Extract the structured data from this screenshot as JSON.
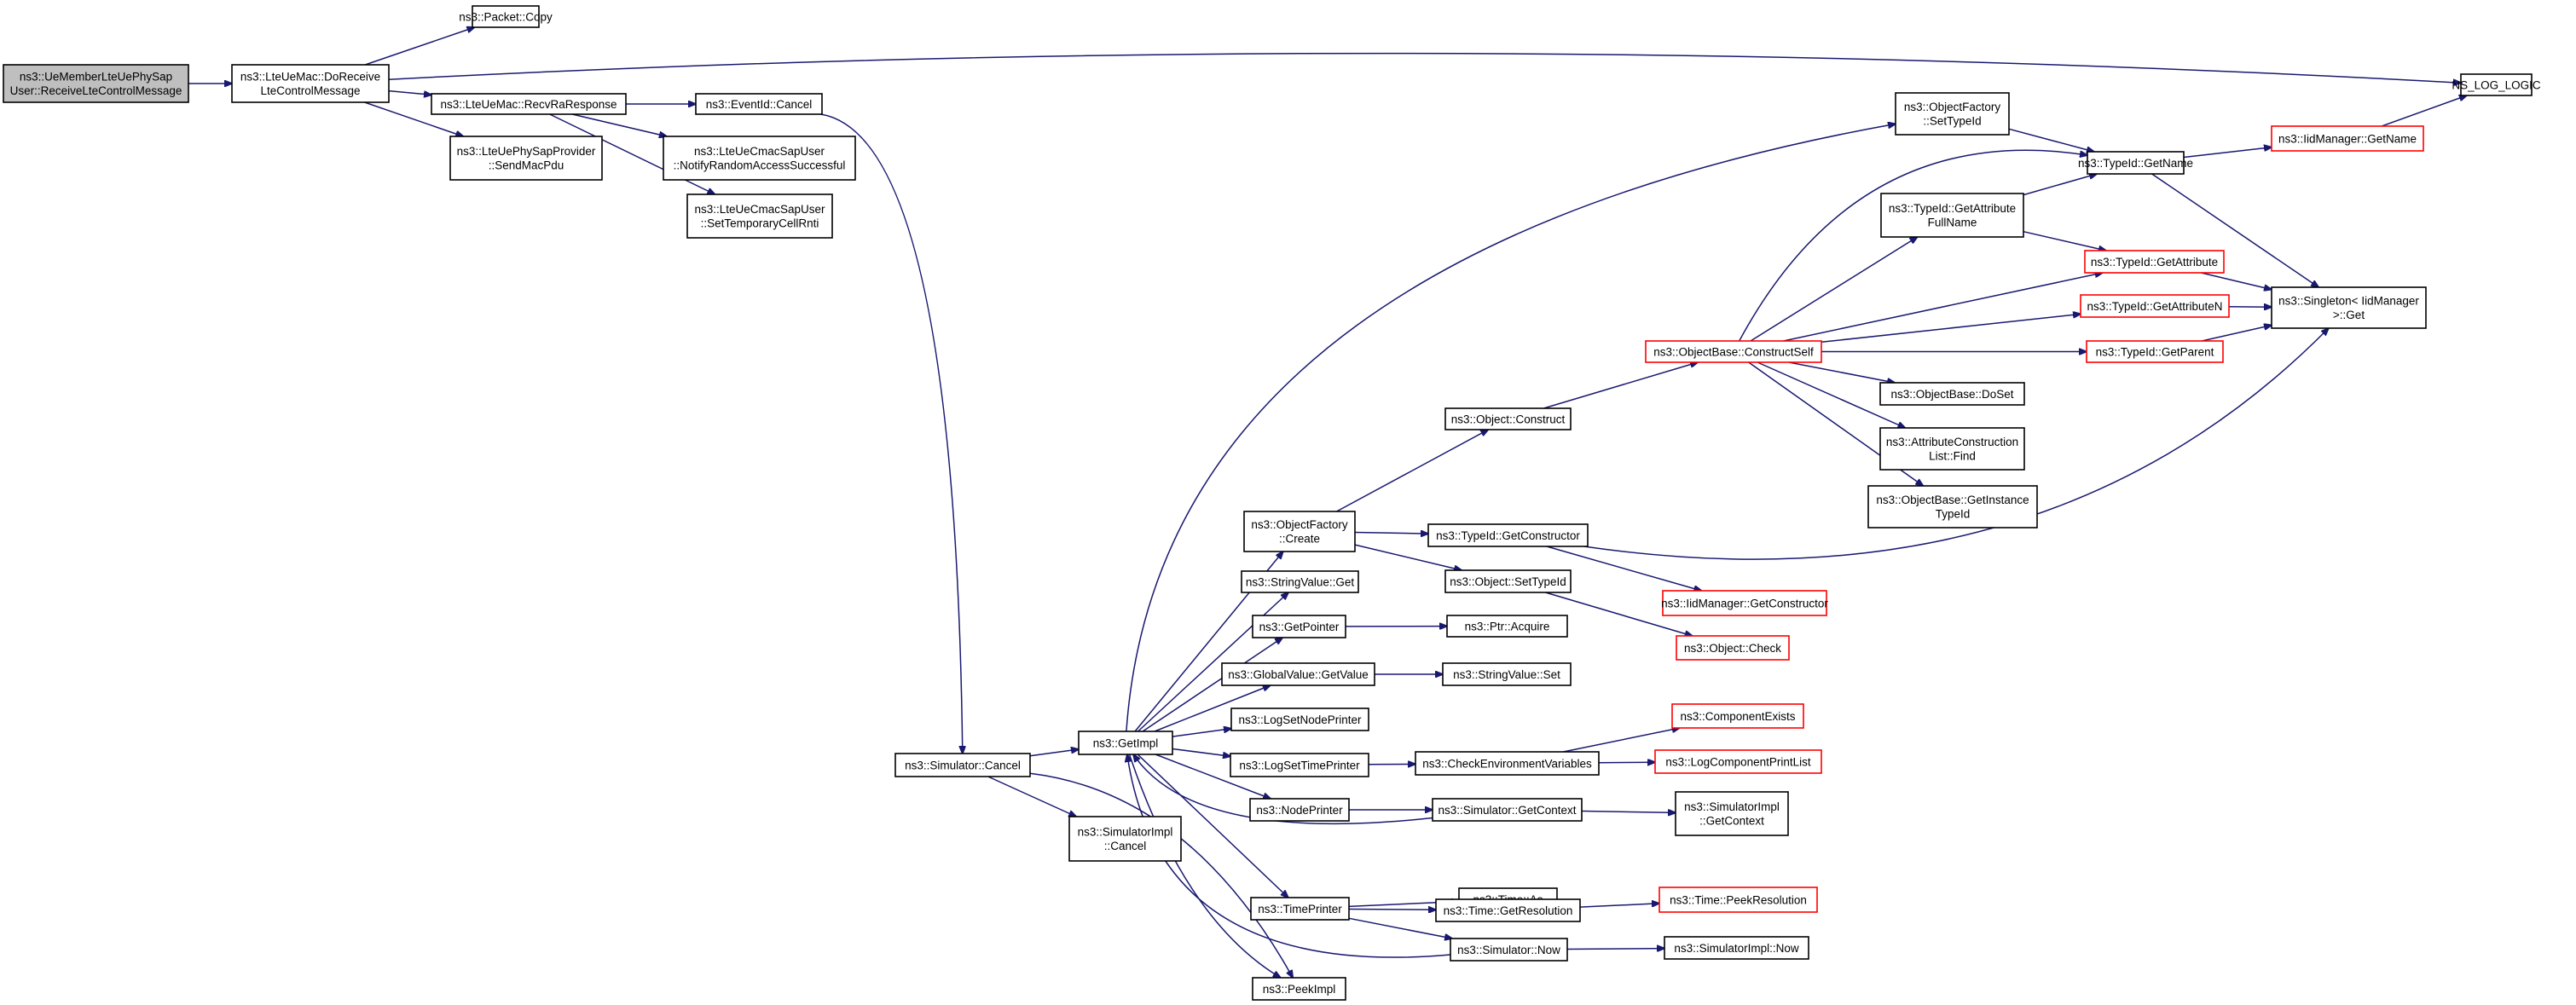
{
  "nodes": [
    {
      "id": "root",
      "lines": [
        "ns3::UeMemberLteUePhySap",
        "User::ReceiveLteControlMessage"
      ],
      "style": "root"
    },
    {
      "id": "doReceive",
      "lines": [
        "ns3::LteUeMac::DoReceive",
        "LteControlMessage"
      ]
    },
    {
      "id": "packetCopy",
      "lines": [
        "ns3::Packet::Copy"
      ]
    },
    {
      "id": "nsLogLogic",
      "lines": [
        "NS_LOG_LOGIC"
      ]
    },
    {
      "id": "recvRa",
      "lines": [
        "ns3::LteUeMac::RecvRaResponse"
      ]
    },
    {
      "id": "sendMacPdu",
      "lines": [
        "ns3::LteUePhySapProvider",
        "::SendMacPdu"
      ]
    },
    {
      "id": "eventCancel",
      "lines": [
        "ns3::EventId::Cancel"
      ]
    },
    {
      "id": "notifyRa",
      "lines": [
        "ns3::LteUeCmacSapUser",
        "::NotifyRandomAccessSuccessful"
      ]
    },
    {
      "id": "setTempRnti",
      "lines": [
        "ns3::LteUeCmacSapUser",
        "::SetTemporaryCellRnti"
      ]
    },
    {
      "id": "ofSetTypeId",
      "lines": [
        "ns3::ObjectFactory",
        "::SetTypeId"
      ]
    },
    {
      "id": "typeIdGetName",
      "lines": [
        "ns3::TypeId::GetName"
      ]
    },
    {
      "id": "iidGetName",
      "lines": [
        "ns3::IidManager::GetName"
      ],
      "style": "red"
    },
    {
      "id": "getAttrFullName",
      "lines": [
        "ns3::TypeId::GetAttribute",
        "FullName"
      ]
    },
    {
      "id": "getAttribute",
      "lines": [
        "ns3::TypeId::GetAttribute"
      ],
      "style": "red"
    },
    {
      "id": "singletonGet",
      "lines": [
        "ns3::Singleton< IidManager",
        ">::Get"
      ]
    },
    {
      "id": "getAttributeN",
      "lines": [
        "ns3::TypeId::GetAttributeN"
      ],
      "style": "red"
    },
    {
      "id": "constructSelf",
      "lines": [
        "ns3::ObjectBase::ConstructSelf"
      ],
      "style": "red"
    },
    {
      "id": "getParent",
      "lines": [
        "ns3::TypeId::GetParent"
      ],
      "style": "red"
    },
    {
      "id": "doSet",
      "lines": [
        "ns3::ObjectBase::DoSet"
      ]
    },
    {
      "id": "attrConstFind",
      "lines": [
        "ns3::AttributeConstruction",
        "List::Find"
      ]
    },
    {
      "id": "objectConstruct",
      "lines": [
        "ns3::Object::Construct"
      ]
    },
    {
      "id": "getInstanceTypeId",
      "lines": [
        "ns3::ObjectBase::GetInstance",
        "TypeId"
      ]
    },
    {
      "id": "ofCreate",
      "lines": [
        "ns3::ObjectFactory",
        "::Create"
      ]
    },
    {
      "id": "getConstructor",
      "lines": [
        "ns3::TypeId::GetConstructor"
      ]
    },
    {
      "id": "stringValueGet",
      "lines": [
        "ns3::StringValue::Get"
      ]
    },
    {
      "id": "objSetTypeId",
      "lines": [
        "ns3::Object::SetTypeId"
      ]
    },
    {
      "id": "iidGetConstructor",
      "lines": [
        "ns3::IidManager::GetConstructor"
      ],
      "style": "red"
    },
    {
      "id": "getPointer",
      "lines": [
        "ns3::GetPointer"
      ]
    },
    {
      "id": "ptrAcquire",
      "lines": [
        "ns3::Ptr::Acquire"
      ]
    },
    {
      "id": "objectCheck",
      "lines": [
        "ns3::Object::Check"
      ],
      "style": "red"
    },
    {
      "id": "gvGetValue",
      "lines": [
        "ns3::GlobalValue::GetValue"
      ]
    },
    {
      "id": "stringValueSet",
      "lines": [
        "ns3::StringValue::Set"
      ]
    },
    {
      "id": "componentExists",
      "lines": [
        "ns3::ComponentExists"
      ],
      "style": "red"
    },
    {
      "id": "logSetNodePrinter",
      "lines": [
        "ns3::LogSetNodePrinter"
      ]
    },
    {
      "id": "getImpl",
      "lines": [
        "ns3::GetImpl"
      ]
    },
    {
      "id": "simCancel",
      "lines": [
        "ns3::Simulator::Cancel"
      ]
    },
    {
      "id": "logSetTimePrinter",
      "lines": [
        "ns3::LogSetTimePrinter"
      ]
    },
    {
      "id": "checkEnvVars",
      "lines": [
        "ns3::CheckEnvironmentVariables"
      ]
    },
    {
      "id": "logCompPrintList",
      "lines": [
        "ns3::LogComponentPrintList"
      ],
      "style": "red"
    },
    {
      "id": "nodePrinter",
      "lines": [
        "ns3::NodePrinter"
      ]
    },
    {
      "id": "simGetContext",
      "lines": [
        "ns3::Simulator::GetContext"
      ]
    },
    {
      "id": "simImplGetContext",
      "lines": [
        "ns3::SimulatorImpl",
        "::GetContext"
      ]
    },
    {
      "id": "simImplCancel",
      "lines": [
        "ns3::SimulatorImpl",
        "::Cancel"
      ]
    },
    {
      "id": "timeAs",
      "lines": [
        "ns3::Time::As"
      ]
    },
    {
      "id": "timePrinter",
      "lines": [
        "ns3::TimePrinter"
      ]
    },
    {
      "id": "timeGetRes",
      "lines": [
        "ns3::Time::GetResolution"
      ]
    },
    {
      "id": "timePeekRes",
      "lines": [
        "ns3::Time::PeekResolution"
      ],
      "style": "red"
    },
    {
      "id": "simNow",
      "lines": [
        "ns3::Simulator::Now"
      ]
    },
    {
      "id": "simImplNow",
      "lines": [
        "ns3::SimulatorImpl::Now"
      ]
    },
    {
      "id": "peekImpl",
      "lines": [
        "ns3::PeekImpl"
      ]
    }
  ],
  "edges": [
    [
      "root",
      "doReceive"
    ],
    [
      "doReceive",
      "packetCopy"
    ],
    [
      "doReceive",
      "nsLogLogic"
    ],
    [
      "doReceive",
      "recvRa"
    ],
    [
      "doReceive",
      "sendMacPdu"
    ],
    [
      "recvRa",
      "eventCancel"
    ],
    [
      "recvRa",
      "notifyRa"
    ],
    [
      "recvRa",
      "setTempRnti"
    ],
    [
      "eventCancel",
      "simCancel"
    ],
    [
      "simCancel",
      "getImpl"
    ],
    [
      "simCancel",
      "simImplCancel"
    ],
    [
      "simCancel",
      "peekImpl"
    ],
    [
      "getImpl",
      "ofSetTypeId"
    ],
    [
      "getImpl",
      "ofCreate"
    ],
    [
      "getImpl",
      "stringValueGet"
    ],
    [
      "getImpl",
      "getPointer"
    ],
    [
      "getImpl",
      "gvGetValue"
    ],
    [
      "getImpl",
      "logSetNodePrinter"
    ],
    [
      "getImpl",
      "logSetTimePrinter"
    ],
    [
      "getImpl",
      "nodePrinter"
    ],
    [
      "getImpl",
      "timePrinter"
    ],
    [
      "getImpl",
      "peekImpl"
    ],
    [
      "ofSetTypeId",
      "typeIdGetName"
    ],
    [
      "typeIdGetName",
      "iidGetName"
    ],
    [
      "typeIdGetName",
      "singletonGet"
    ],
    [
      "iidGetName",
      "nsLogLogic"
    ],
    [
      "getAttrFullName",
      "typeIdGetName"
    ],
    [
      "getAttrFullName",
      "getAttribute"
    ],
    [
      "getAttribute",
      "singletonGet"
    ],
    [
      "getAttributeN",
      "singletonGet"
    ],
    [
      "getParent",
      "singletonGet"
    ],
    [
      "constructSelf",
      "typeIdGetName"
    ],
    [
      "constructSelf",
      "getAttrFullName"
    ],
    [
      "constructSelf",
      "getAttribute"
    ],
    [
      "constructSelf",
      "getAttributeN"
    ],
    [
      "constructSelf",
      "getParent"
    ],
    [
      "constructSelf",
      "doSet"
    ],
    [
      "constructSelf",
      "attrConstFind"
    ],
    [
      "constructSelf",
      "getInstanceTypeId"
    ],
    [
      "objectConstruct",
      "constructSelf"
    ],
    [
      "ofCreate",
      "objectConstruct"
    ],
    [
      "ofCreate",
      "getConstructor"
    ],
    [
      "ofCreate",
      "objSetTypeId"
    ],
    [
      "getConstructor",
      "iidGetConstructor"
    ],
    [
      "getConstructor",
      "singletonGet"
    ],
    [
      "objSetTypeId",
      "objectCheck"
    ],
    [
      "getPointer",
      "ptrAcquire"
    ],
    [
      "gvGetValue",
      "stringValueSet"
    ],
    [
      "logSetTimePrinter",
      "checkEnvVars"
    ],
    [
      "checkEnvVars",
      "componentExists"
    ],
    [
      "checkEnvVars",
      "logCompPrintList"
    ],
    [
      "nodePrinter",
      "simGetContext"
    ],
    [
      "simGetContext",
      "getImpl"
    ],
    [
      "simGetContext",
      "simImplGetContext"
    ],
    [
      "timePrinter",
      "timeAs"
    ],
    [
      "timePrinter",
      "timeGetRes"
    ],
    [
      "timePrinter",
      "simNow"
    ],
    [
      "timeGetRes",
      "timePeekRes"
    ],
    [
      "simNow",
      "getImpl"
    ],
    [
      "simNow",
      "simImplNow"
    ]
  ]
}
